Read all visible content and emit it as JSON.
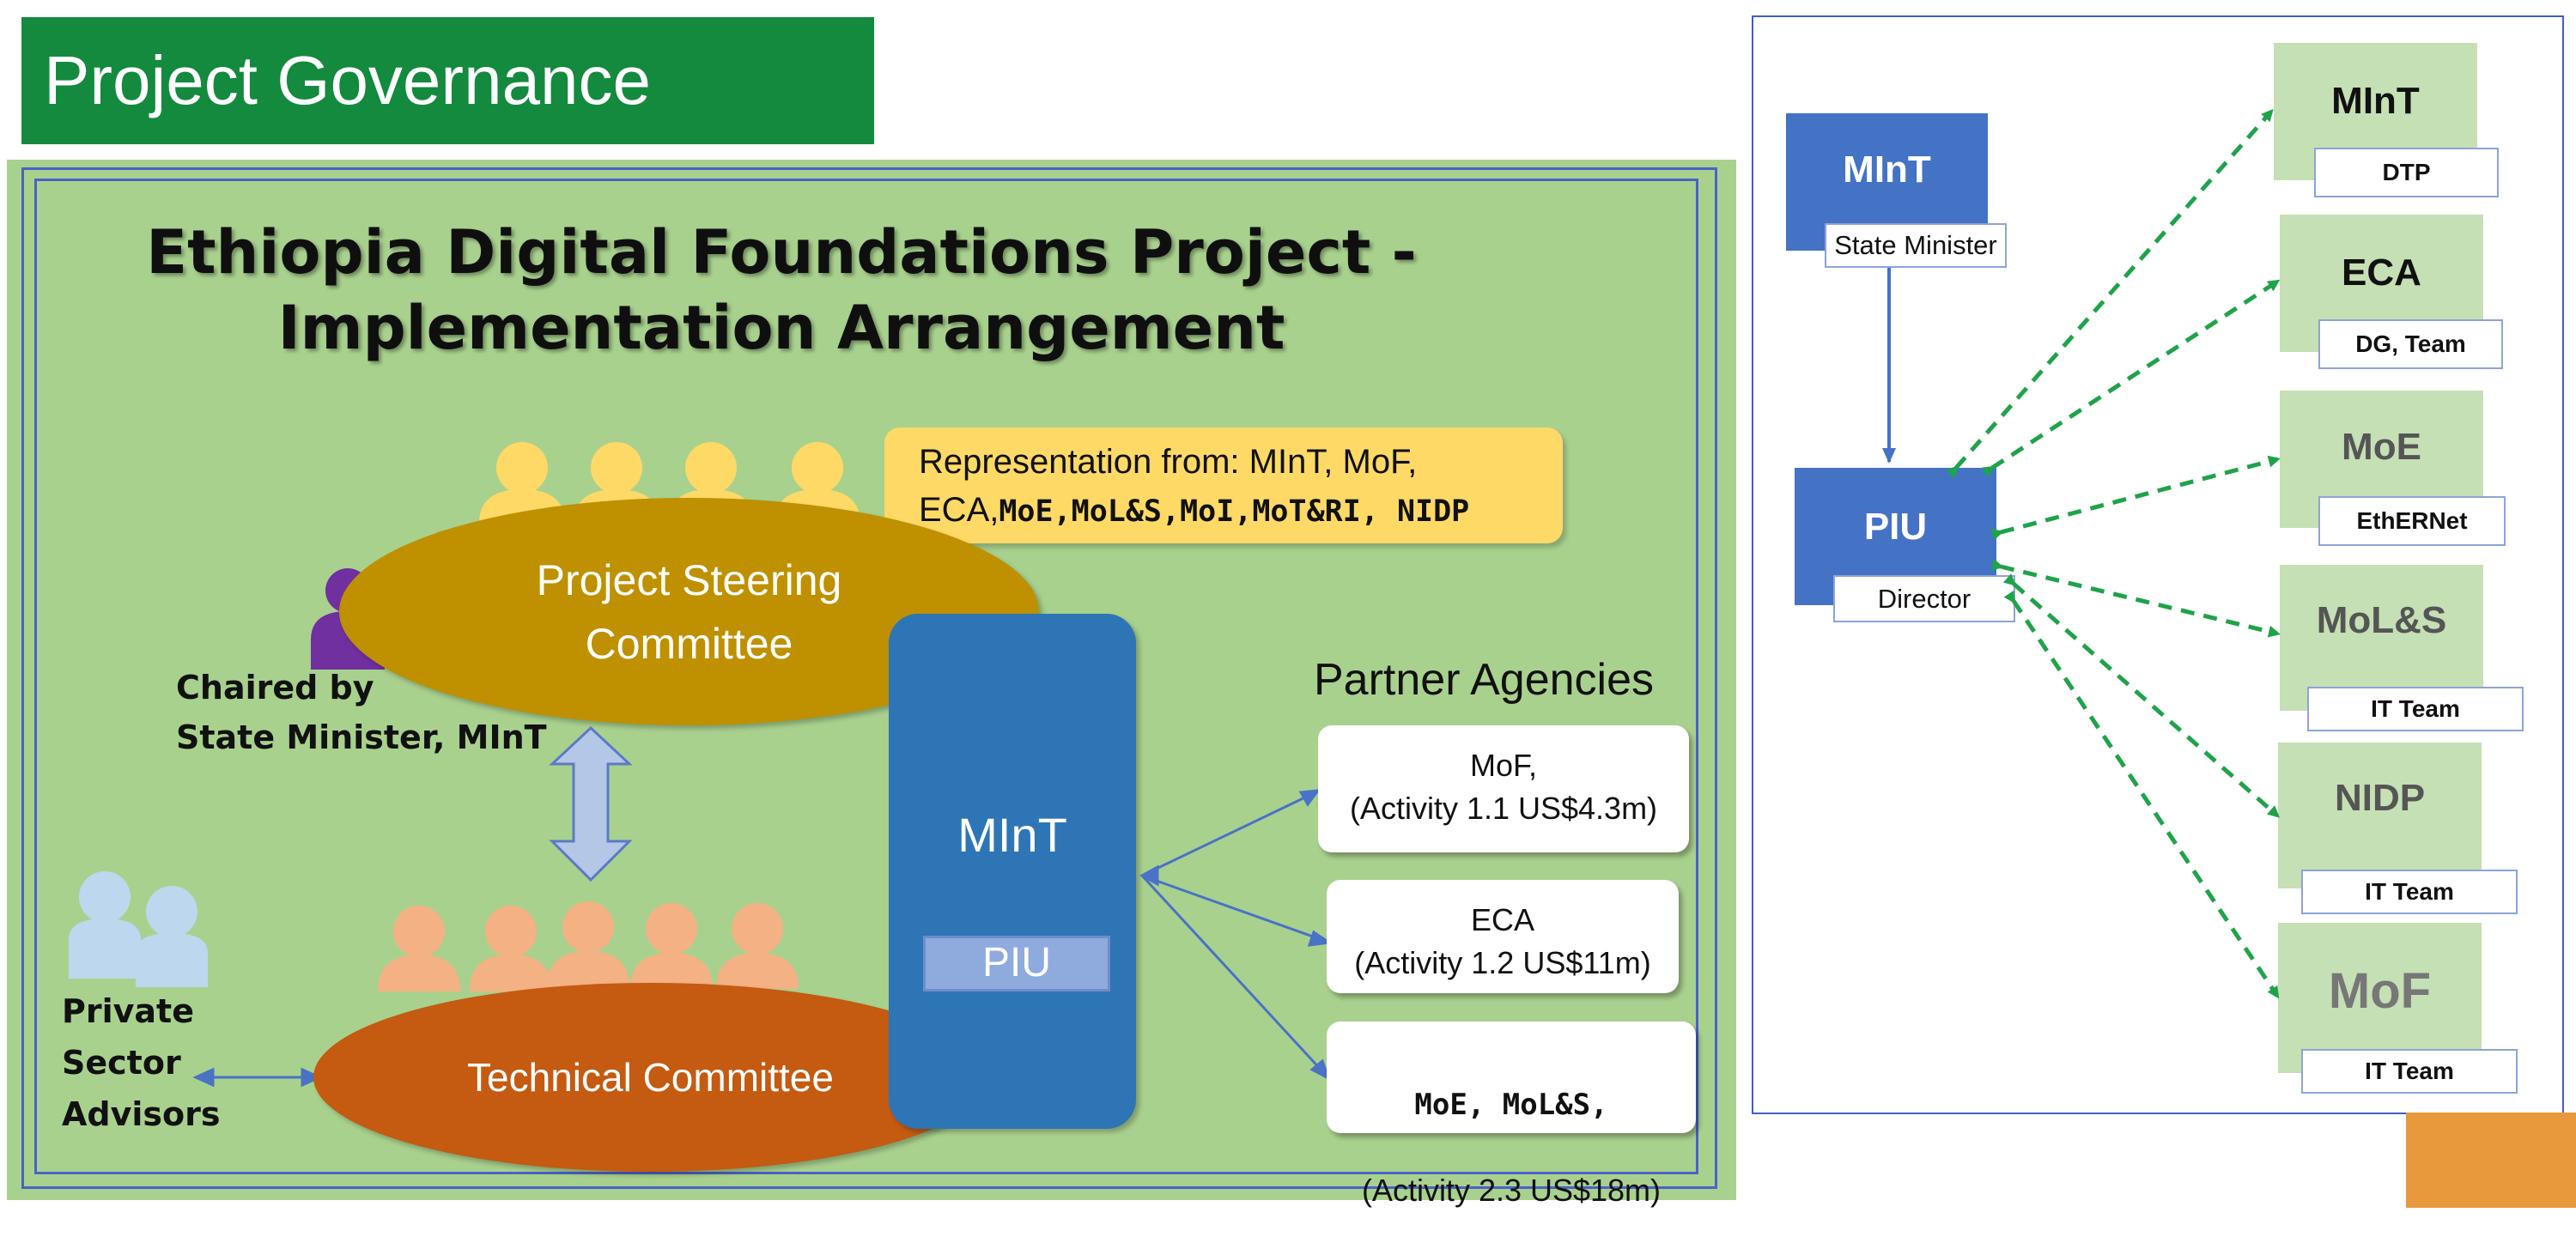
{
  "slide_title": "Project Governance",
  "main_heading": {
    "line1": "Ethiopia Digital Foundations Project -",
    "line2": "Implementation Arrangement"
  },
  "representation": {
    "line1": "Representation from: MInT, MoF,",
    "line2_normal": "ECA,",
    "line2_bold": "MoE,MoL&S,MoI,MoT&RI, NIDP"
  },
  "steering_committee": "Project Steering\nCommittee",
  "chaired_by": "Chaired by\nState Minister, MInT",
  "technical_committee": "Technical Committee",
  "private_sector": "Private\nSector\nAdvisors",
  "mint_block": {
    "label": "MInT",
    "piu": "PIU"
  },
  "partner_agencies": {
    "heading": "Partner Agencies",
    "boxes": [
      {
        "text": "MoF,\n(Activity 1.1 US$4.3m)"
      },
      {
        "text": "ECA\n(Activity 1.2 US$11m)"
      },
      {
        "line1": "MoE,  MoL&S,",
        "line2": "(Activity 2.3 US$18m)"
      }
    ]
  },
  "org_chart": {
    "top": {
      "name": "MInT",
      "role": "State Minister"
    },
    "piu": {
      "name": "PIU",
      "role": "Director"
    },
    "agencies": [
      {
        "name": "MInT",
        "team": "DTP"
      },
      {
        "name": "ECA",
        "team": "DG, Team"
      },
      {
        "name": "MoE",
        "team": "EthERNet"
      },
      {
        "name": "MoL&S",
        "team": "IT Team"
      },
      {
        "name": "NIDP",
        "team": "IT Team"
      },
      {
        "name": "MoF",
        "team": "IT Team"
      }
    ]
  },
  "colors": {
    "title_green": "#138a3e",
    "panel_green": "#a9d18e",
    "steering_gold": "#bf9000",
    "technical_orange": "#c55a11",
    "mint_blue": "#2e75b6",
    "arrow_green": "#1fa34a"
  }
}
